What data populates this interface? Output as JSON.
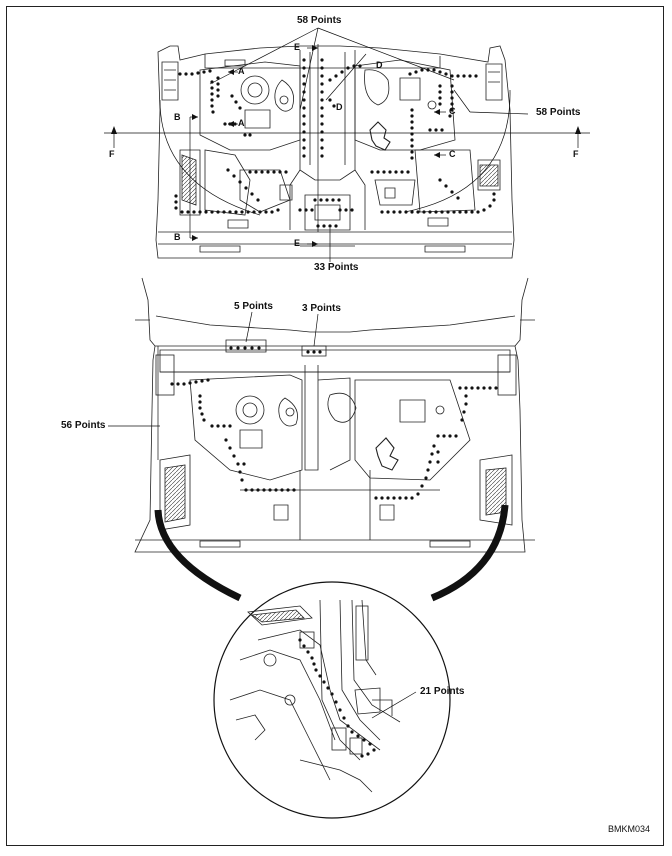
{
  "figure": {
    "code": "BMKM034",
    "top_view": {
      "labels": {
        "points_top": "58 Points",
        "points_right": "58 Points",
        "points_bottom": "33 Points",
        "section_a": "A",
        "section_b": "B",
        "section_c": "C",
        "section_d": "D",
        "section_e": "E",
        "section_f": "F"
      }
    },
    "front_view": {
      "labels": {
        "points_5": "5 Points",
        "points_3": "3 Points",
        "points_56": "56 Points"
      }
    },
    "detail_view": {
      "labels": {
        "points_21": "21 Points"
      }
    }
  }
}
